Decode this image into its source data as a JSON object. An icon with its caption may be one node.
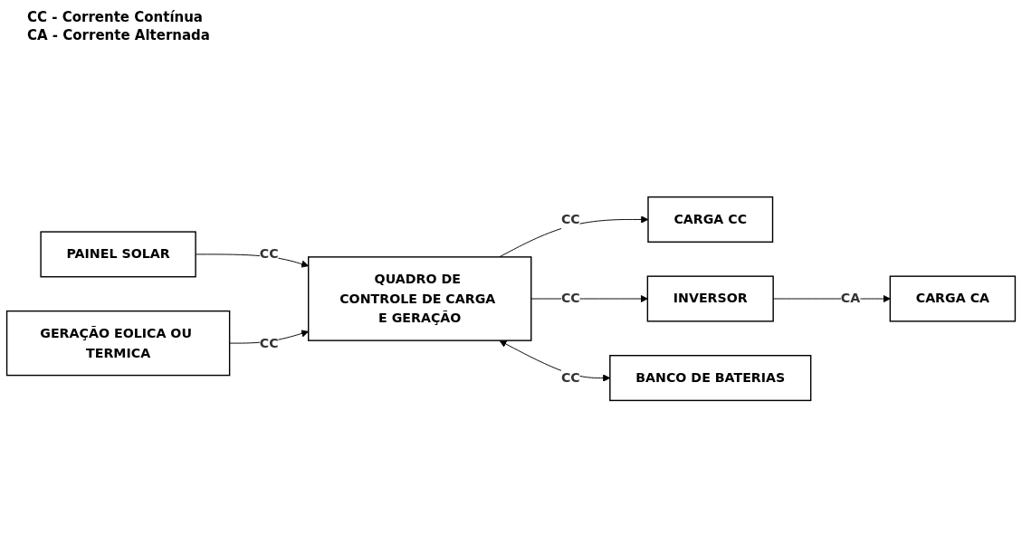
{
  "diagram": {
    "nodes": [
      {
        "text": [
          "PAINEL SOLAR"
        ]
      },
      {
        "text": [
          "GERAÇÃO EOLICA OU TERMICA"
        ]
      },
      {
        "text": [
          "QUADRO DE CONTROLE DE CARGA E GERAÇÃO"
        ]
      },
      {
        "text": [
          "CARGA CC"
        ]
      },
      {
        "text": [
          "INVERSOR"
        ]
      },
      {
        "text": [
          "CARGA CA"
        ]
      },
      {
        "text": [
          "BANCO DE BATERIAS"
        ]
      }
    ],
    "edges": [
      {
        "from": 0,
        "to": 2,
        "arrow": "to",
        "label": "CC"
      },
      {
        "from": 1,
        "to": 2,
        "arrow": "to",
        "label": "CC"
      },
      {
        "from": 2,
        "to": 3,
        "arrow": "to",
        "label": "CC"
      },
      {
        "from": 2,
        "to": 4,
        "arrow": "to",
        "label": "CC"
      },
      {
        "from": 4,
        "to": 5,
        "arrow": "to",
        "label": "CA"
      },
      {
        "from": 2,
        "to": 6,
        "arrow": "both",
        "label": "CC"
      }
    ],
    "labels": [
      "CC - Corrente Contínua",
      "CA - Corrente Alternada"
    ]
  }
}
